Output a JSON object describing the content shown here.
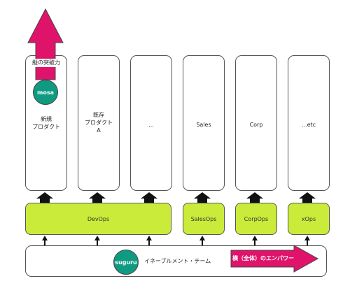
{
  "vertical_arrow": {
    "label": "縦の突破力",
    "color": "#e0136b"
  },
  "mosa_circle": {
    "label": "mosa"
  },
  "columns": [
    {
      "label": "新規\nプロダクト"
    },
    {
      "label": "既存\nプロダクト\nA"
    },
    {
      "label": "..."
    },
    {
      "label": "Sales"
    },
    {
      "label": "Corp"
    },
    {
      "label": "...etc"
    }
  ],
  "ops_boxes": [
    {
      "label": "DevOps"
    },
    {
      "label": "SalesOps"
    },
    {
      "label": "CorpOps"
    },
    {
      "label": "xOps"
    }
  ],
  "enablement": {
    "circle_label": "suguru",
    "team_label": "イネーブルメント・チーム",
    "horizontal_arrow_label": "横（全体）のエンパワー",
    "arrow_color": "#e0136b"
  },
  "colors": {
    "accent_green": "#cbeb3b",
    "teal": "#0f9b82",
    "magenta": "#e0136b"
  }
}
